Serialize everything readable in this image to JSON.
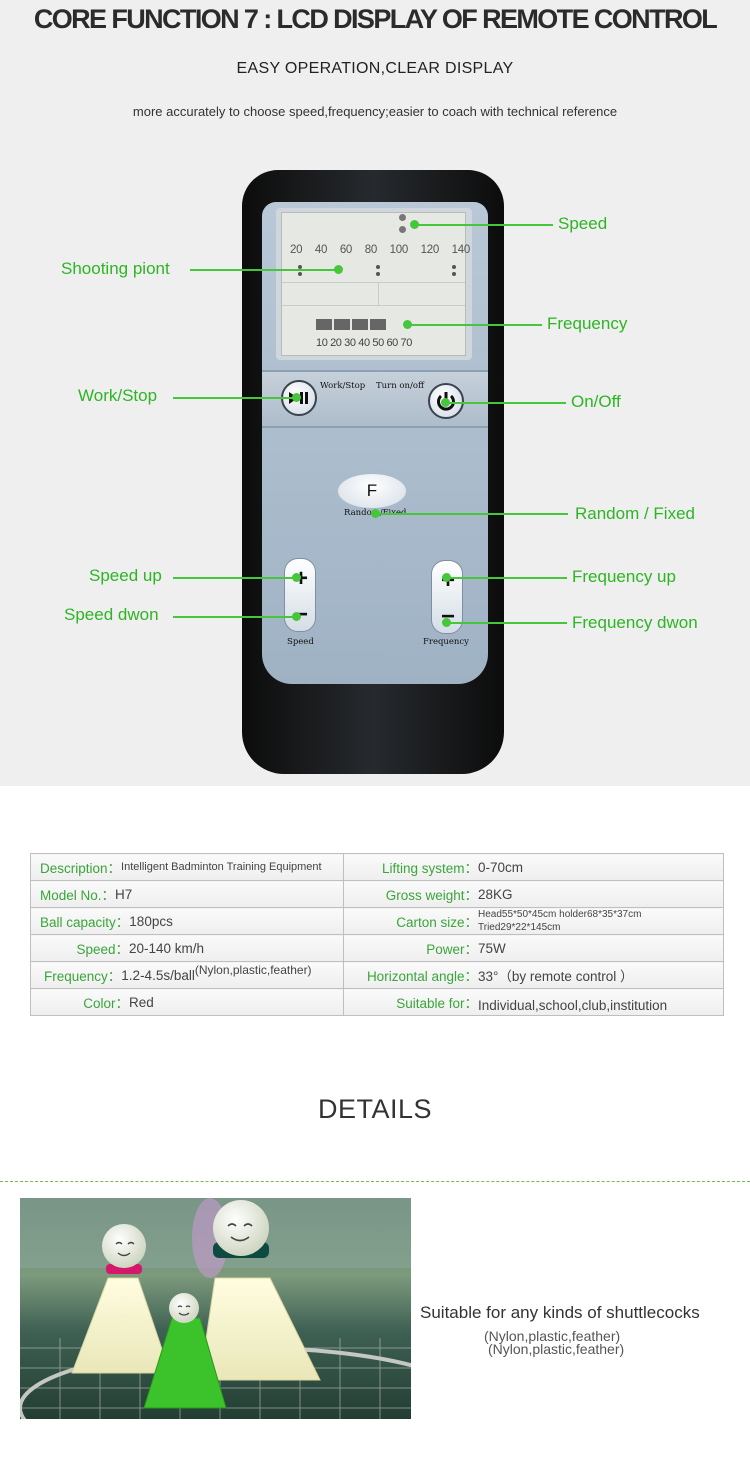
{
  "header": {
    "headline": "CORE FUNCTION 7 : LCD DISPLAY OF REMOTE CONTROL",
    "subhead": "EASY OPERATION,CLEAR DISPLAY",
    "description": "more accurately to choose speed,frequency;easier to coach with technical reference"
  },
  "remote": {
    "speed_scale": [
      "20",
      "40",
      "60",
      "80",
      "100",
      "120",
      "140"
    ],
    "freq_scale": "10 20 30 40 50 60 70",
    "work_stop_label": "Work/Stop",
    "turn_on_off_label": "Turn on/off",
    "f_button": "F",
    "random_fixed_label": "Random/Fixed",
    "speed_label": "Speed",
    "frequency_label": "Frequency"
  },
  "callouts": {
    "speed": "Speed",
    "shooting_point": "Shooting piont",
    "frequency": "Frequency",
    "work_stop": "Work/Stop",
    "on_off": "On/Off",
    "random_fixed": "Random / Fixed",
    "speed_up": "Speed up",
    "speed_down": "Speed dwon",
    "frequency_up": "Frequency up",
    "frequency_down": "Frequency dwon"
  },
  "specs": [
    {
      "l1": "Description：",
      "v1": "Intelligent Badminton Training Equipment",
      "l2": "Lifting system：",
      "v2": "0-70cm"
    },
    {
      "l1": "Model No.：",
      "v1": "H7",
      "l2": "Gross weight：",
      "v2": "28KG"
    },
    {
      "l1": "Ball capacity：",
      "v1": "180pcs",
      "l2": "Carton size：",
      "v2a": "Head55*50*45cm  holder68*35*37cm",
      "v2b": "Tried29*22*145cm"
    },
    {
      "l1": "Speed：",
      "v1": "20-140 km/h",
      "l2": "Power：",
      "v2": "75W"
    },
    {
      "l1": "Frequency：",
      "v1": "1.2-4.5s/ball",
      "v1s": "(Nylon,plastic,feather)",
      "l2": "Horizontal angle：",
      "v2": "33°（by remote control ）"
    },
    {
      "l1": "Color：",
      "v1": "Red",
      "l2": "Suitable for：",
      "v2": "Individual,school,club,institution"
    }
  ],
  "details": {
    "title": "DETAILS",
    "caption": "Suitable for any kinds of shuttlecocks",
    "sub1": "(Nylon,plastic,feather)",
    "sub2": "(Nylon,plastic,feather)"
  },
  "colors": {
    "accent_green": "#2db524",
    "remote_body": "#1a1c1f",
    "panel": "#aebccb"
  }
}
